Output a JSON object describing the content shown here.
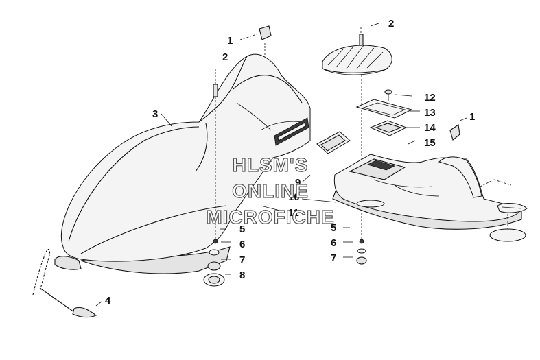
{
  "watermark": {
    "line1": "HLSM'S",
    "line2": "ONLINE",
    "line3": "MICROFICHE"
  },
  "labels": {
    "left_1": "1",
    "left_2": "2",
    "left_3": "3",
    "left_4": "4",
    "left_5": "5",
    "left_6": "6",
    "left_7": "7",
    "left_8": "8",
    "mid_9": "9",
    "mid_10": "10",
    "mid_11": "11",
    "right_2": "2",
    "right_12": "12",
    "right_13": "13",
    "right_14": "14",
    "right_15": "15",
    "right_1": "1",
    "right_5": "5",
    "right_6": "6",
    "right_7": "7"
  }
}
